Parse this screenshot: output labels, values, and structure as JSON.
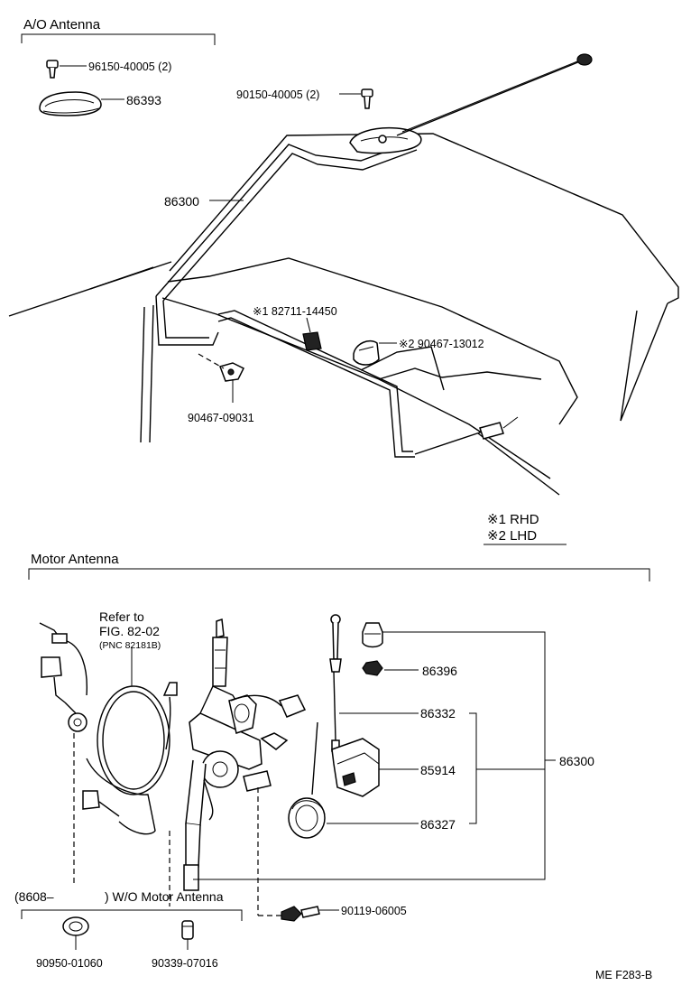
{
  "sections": {
    "ao_antenna": "A/O Antenna",
    "motor_antenna": "Motor Antenna"
  },
  "ao_parts": {
    "screw_left": "96150-40005 (2)",
    "cover": "86393",
    "screw_right": "90150-40005 (2)",
    "antenna_assy": "86300",
    "clip_rhd": "※1 82711-14450",
    "clip_lhd": "※2 90467-13012",
    "clamp": "90467-09031"
  },
  "legend": {
    "rhd": "※1 RHD",
    "lhd": "※2 LHD"
  },
  "motor_parts": {
    "refer_line1": "Refer to",
    "refer_line2": "FIG. 82-02",
    "refer_line3": "(PNC 82181B)",
    "nut_86396": "86396",
    "rod_86332": "86332",
    "relay_85914": "85914",
    "ring_86327": "86327",
    "assy_86300": "86300",
    "bolt_90119": "90119-06005"
  },
  "wo_motor": {
    "bracket_open": "(8608–",
    "bracket_close": ") W/O Motor Antenna",
    "grommet": "90950-01060",
    "cap": "90339-07016"
  },
  "footer": {
    "code": "ME  F283-B"
  }
}
